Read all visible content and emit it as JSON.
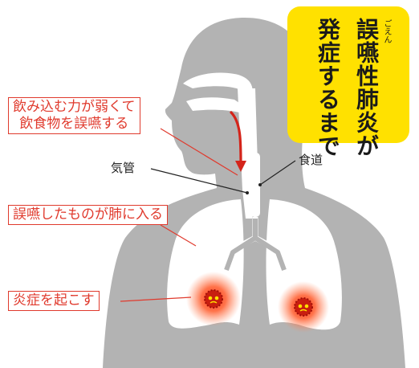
{
  "title": {
    "line1": "誤嚥性肺炎が",
    "line2": "発症するまで",
    "ruby": "ごえん"
  },
  "labels": {
    "step1_line1": "飲み込む力が弱くて",
    "step1_line2": "飲食物を誤嚥する",
    "step2": "誤嚥したものが肺に入る",
    "step3": "炎症を起こす"
  },
  "anatomy": {
    "trachea": "気管",
    "esophagus": "食道"
  },
  "colors": {
    "silhouette": "#b3b3b3",
    "accent_red": "#e03a2d",
    "title_bg": "#ffe100"
  }
}
